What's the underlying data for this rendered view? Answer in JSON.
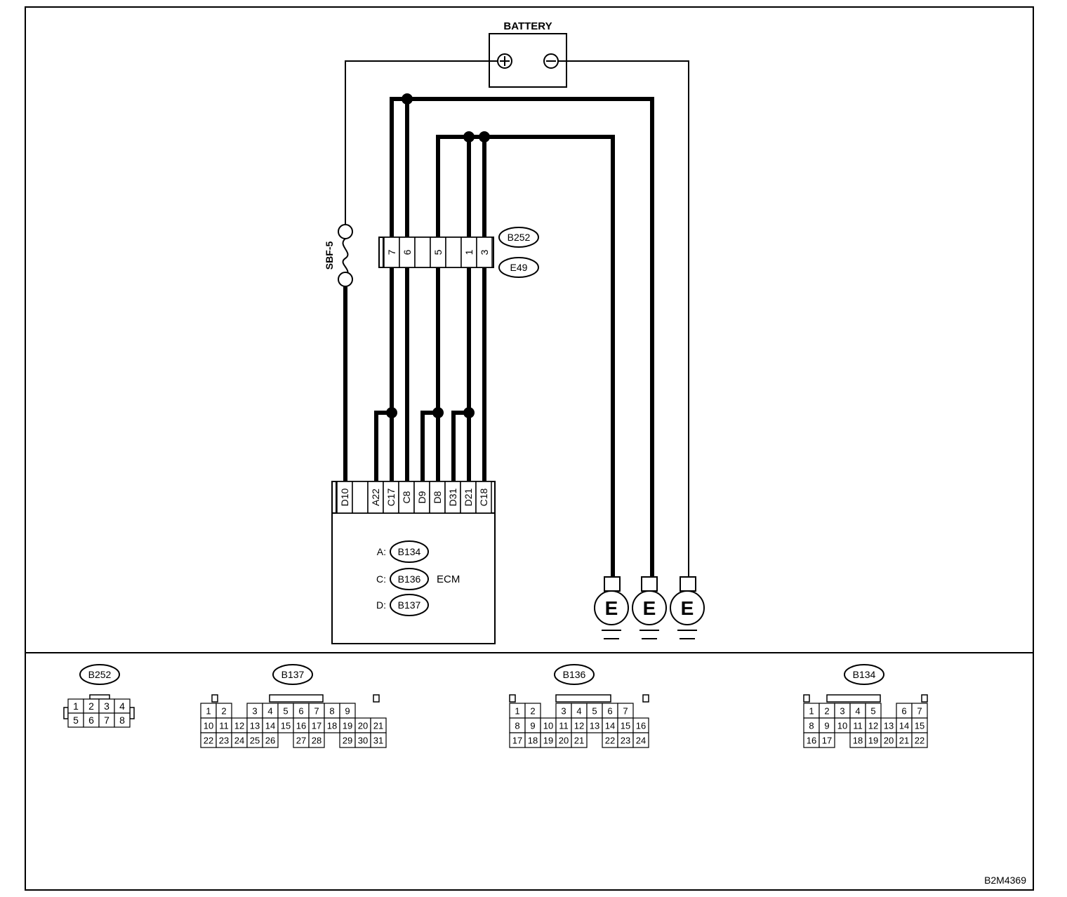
{
  "battery": {
    "label": "BATTERY",
    "positive_symbol": "+",
    "negative_symbol": "−"
  },
  "fuse": {
    "label": "SBF-5"
  },
  "joint_connector": {
    "pins": [
      "7",
      "6",
      "",
      "5",
      "",
      "1",
      "3"
    ],
    "connector_ids": [
      "B252",
      "E49"
    ]
  },
  "ecm": {
    "label": "ECM",
    "pins": [
      "D10",
      "",
      "A22",
      "C17",
      "C8",
      "D9",
      "D8",
      "D31",
      "D21",
      "C18"
    ],
    "connectors": [
      {
        "prefix": "A:",
        "id": "B134"
      },
      {
        "prefix": "C:",
        "id": "B136"
      },
      {
        "prefix": "D:",
        "id": "B137"
      }
    ]
  },
  "grounds": [
    "E",
    "E",
    "E"
  ],
  "connector_views": {
    "b252": {
      "id": "B252",
      "rows": [
        [
          "1",
          "2",
          "3",
          "4"
        ],
        [
          "5",
          "6",
          "7",
          "8"
        ]
      ]
    },
    "b137": {
      "id": "B137",
      "rows": [
        [
          "1",
          "2",
          "3",
          "4",
          "5",
          "6",
          "7",
          "8",
          "9"
        ],
        [
          "10",
          "11",
          "12",
          "13",
          "14",
          "15",
          "16",
          "17",
          "18",
          "19",
          "20",
          "21"
        ],
        [
          "22",
          "23",
          "24",
          "25",
          "26",
          "27",
          "28",
          "29",
          "30",
          "31"
        ]
      ]
    },
    "b136": {
      "id": "B136",
      "rows": [
        [
          "1",
          "2",
          "3",
          "4",
          "5",
          "6",
          "7"
        ],
        [
          "8",
          "9",
          "10",
          "11",
          "12",
          "13",
          "14",
          "15",
          "16"
        ],
        [
          "17",
          "18",
          "19",
          "20",
          "21",
          "22",
          "23",
          "24"
        ]
      ]
    },
    "b134": {
      "id": "B134",
      "rows": [
        [
          "1",
          "2",
          "3",
          "4",
          "5",
          "6",
          "7"
        ],
        [
          "8",
          "9",
          "10",
          "11",
          "12",
          "13",
          "14",
          "15"
        ],
        [
          "16",
          "17",
          "18",
          "19",
          "20",
          "21",
          "22"
        ]
      ]
    }
  },
  "figure_code": "B2M4369"
}
